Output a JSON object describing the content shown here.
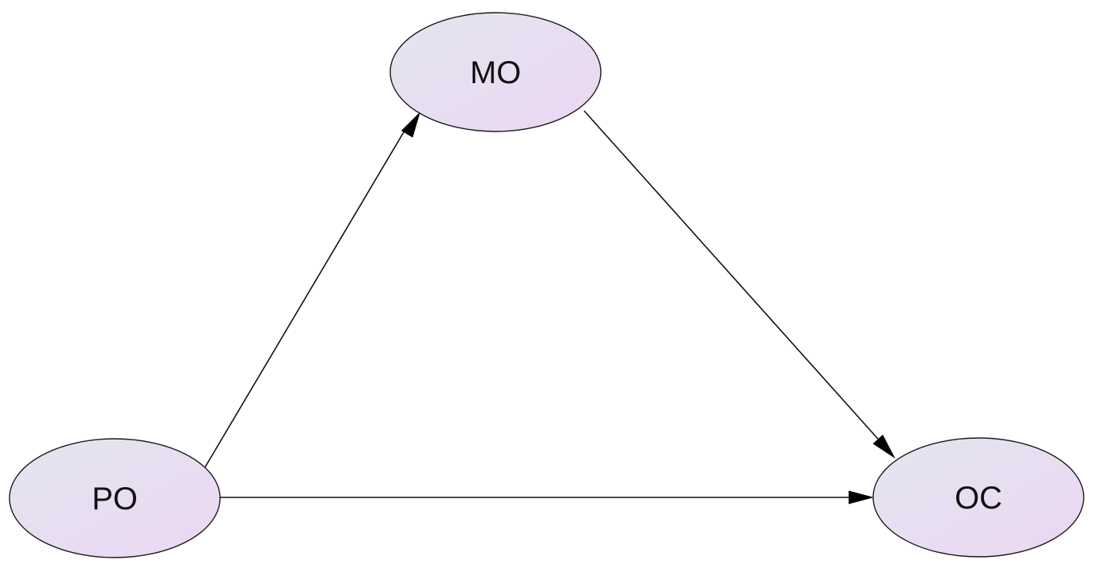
{
  "diagram": {
    "node_fill_start": "#e3e6ef",
    "node_fill_end": "#ecd6f3",
    "nodes": [
      {
        "id": "mo",
        "label": "MO"
      },
      {
        "id": "po",
        "label": "PO"
      },
      {
        "id": "oc",
        "label": "OC"
      }
    ],
    "edges": [
      {
        "from": "PO",
        "to": "MO"
      },
      {
        "from": "MO",
        "to": "OC"
      },
      {
        "from": "PO",
        "to": "OC"
      }
    ]
  }
}
